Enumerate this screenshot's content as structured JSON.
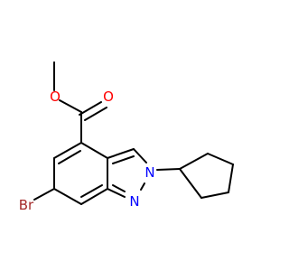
{
  "molecule": {
    "atom_labels": {
      "o_ester": "O",
      "o_carbonyl": "O",
      "br": "Br",
      "n1": "N",
      "n2": "N"
    },
    "colors": {
      "bond": "#000000",
      "oxygen": "#ff0000",
      "nitrogen": "#0000ff",
      "bromine": "#a52a2a"
    }
  }
}
